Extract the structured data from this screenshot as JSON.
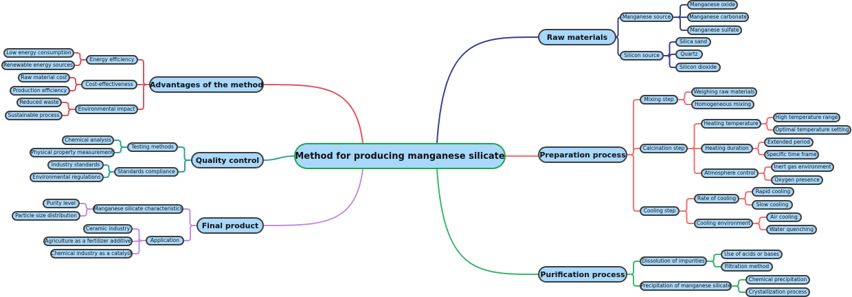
{
  "root": {
    "label": "Method for producing manganese silicate"
  },
  "branches": {
    "raw_materials": {
      "label": "Raw materials",
      "color": "#3a3f8c",
      "children": [
        {
          "label": "Manganese source",
          "children": [
            "Manganese oxide",
            "Manganese carbonate",
            "Manganese sulfate"
          ]
        },
        {
          "label": "Silicon source",
          "children": [
            "Silica sand",
            "Quartz",
            "Silicon dioxide"
          ]
        }
      ]
    },
    "preparation": {
      "label": "Preparation process",
      "color": "#f07070",
      "children": [
        {
          "label": "Mixing step",
          "children": [
            {
              "label": "Weighing raw materials"
            },
            {
              "label": "Homogeneous mixing"
            }
          ]
        },
        {
          "label": "Calcination step",
          "children": [
            {
              "label": "Heating temperature",
              "children": [
                "High temperature range",
                "Optimal temperature setting"
              ]
            },
            {
              "label": "Heating duration",
              "children": [
                "Extended period",
                "Specific time frame"
              ]
            },
            {
              "label": "Atmosphere control",
              "children": [
                "Inert gas environment",
                "Oxygen presence"
              ]
            }
          ]
        },
        {
          "label": "Cooling step",
          "children": [
            {
              "label": "Rate of cooling",
              "children": [
                "Rapid cooling",
                "Slow cooling"
              ]
            },
            {
              "label": "Cooling environment",
              "children": [
                "Air cooling",
                "Water quenching"
              ]
            }
          ]
        }
      ]
    },
    "purification": {
      "label": "Purification process",
      "color": "#3ab56a",
      "children": [
        {
          "label": "Dissolution of impurities",
          "children": [
            "Use of acids or bases",
            "Filtration method"
          ]
        },
        {
          "label": "Precipitation of manganese silicate",
          "children": [
            "Chemical precipitation",
            "Crystallization process"
          ]
        }
      ]
    },
    "advantages": {
      "label": "Advantages of the method",
      "color": "#e0525f",
      "children": [
        {
          "label": "Energy efficiency",
          "children": [
            "Low energy consumption",
            "Renewable energy sources"
          ]
        },
        {
          "label": "Cost-effectiveness",
          "children": [
            "Raw material cost",
            "Production efficiency"
          ]
        },
        {
          "label": "Environmental impact",
          "children": [
            "Reduced waste",
            "Sustainable process"
          ]
        }
      ]
    },
    "quality": {
      "label": "Quality control",
      "color": "#2aa39a",
      "children": [
        {
          "label": "Testing methods",
          "children": [
            "Chemical analysis",
            "Physical property measurement"
          ]
        },
        {
          "label": "Standards compliance",
          "children": [
            "Industry standards",
            "Environmental regulations"
          ]
        }
      ]
    },
    "final": {
      "label": "Final product",
      "color": "#c08ee0",
      "children": [
        {
          "label": "Manganese silicate characteristics",
          "children": [
            "Purity level",
            "Particle size distribution"
          ]
        },
        {
          "label": "Application",
          "children": [
            "Ceramic industry",
            "Agriculture as a fertilizer additive",
            "Chemical industry as a catalyst"
          ]
        }
      ]
    }
  }
}
